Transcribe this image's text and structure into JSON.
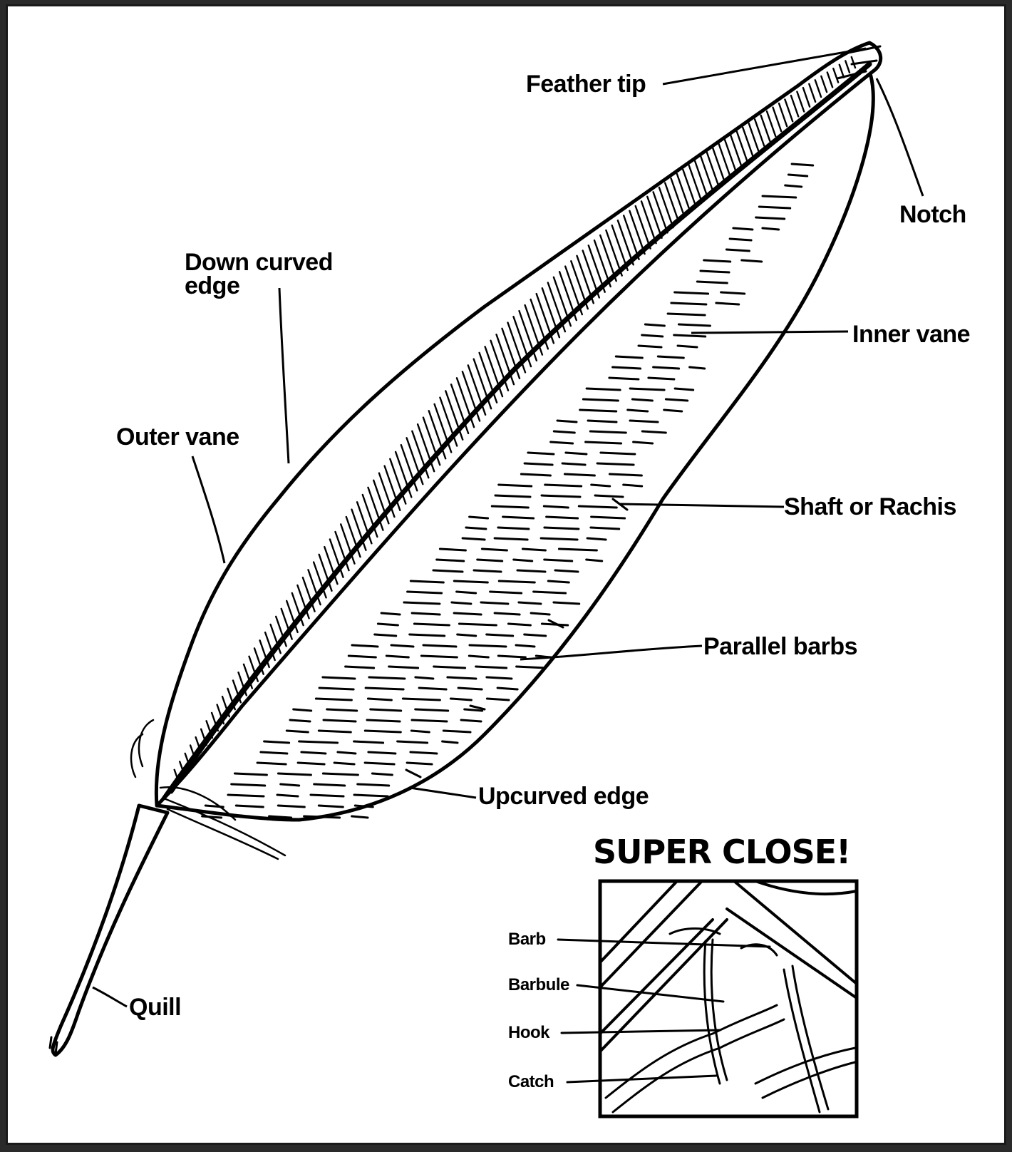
{
  "diagram": {
    "labels": {
      "feather_tip": "Feather tip",
      "notch": "Notch",
      "down_curved_edge_line1": "Down curved",
      "down_curved_edge_line2": "edge",
      "inner_vane": "Inner vane",
      "outer_vane": "Outer vane",
      "shaft_or_rachis": "Shaft or Rachis",
      "parallel_barbs": "Parallel barbs",
      "upcurved_edge": "Upcurved edge",
      "quill": "Quill"
    },
    "inset": {
      "title": "SUPER CLOSE!",
      "labels": {
        "barb": "Barb",
        "barbule": "Barbule",
        "hook": "Hook",
        "catch": "Catch"
      }
    }
  }
}
